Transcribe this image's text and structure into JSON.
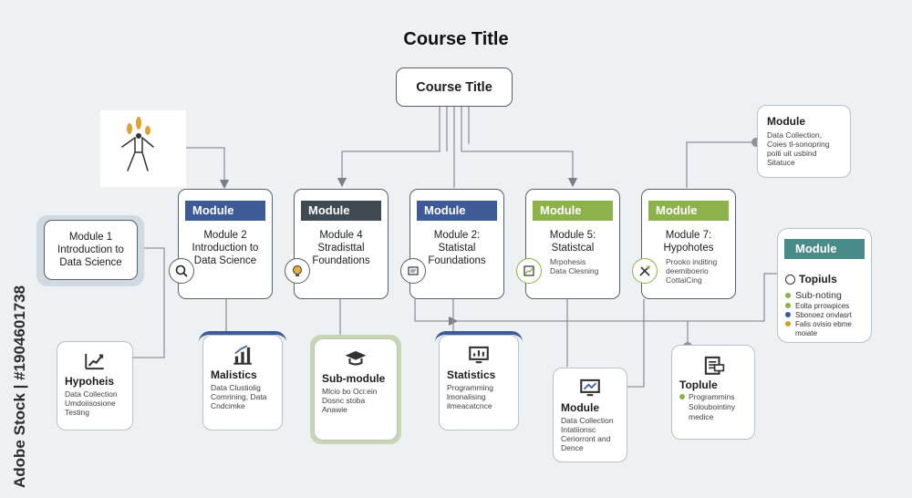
{
  "title": "Course Title",
  "root": {
    "label": "Course Title"
  },
  "modules": [
    {
      "header": "Module",
      "title": "Module 2\nIntroduction to\nData Science",
      "sub": "",
      "color": "#3e5a97",
      "icon": "magnifier-icon"
    },
    {
      "header": "Module",
      "title": "Module 4\nStradisttal\nFoundations",
      "sub": "",
      "color": "#3f4a53",
      "icon": "lightbulb-icon"
    },
    {
      "header": "Module",
      "title": "Module 2:\nStatistal\nFoundations",
      "sub": "",
      "color": "#3e5a97",
      "icon": "document-icon"
    },
    {
      "header": "Module",
      "title": "Module 5:\nStatistcal",
      "sub": "Mrpohesis\nData Clesning",
      "color": "#8db24b",
      "icon": "chart-icon"
    },
    {
      "header": "Module",
      "title": "Module 7:\nHypohotes",
      "sub": "Prooko inditing\ndeemiboerio\nCottaiCing",
      "color": "#8db24b",
      "icon": "tools-icon"
    }
  ],
  "left_module": {
    "title": "Module 1\nIntroduction to\nData Science"
  },
  "top_right_module": {
    "title": "Module",
    "text": "Data Collection,\nCoies tl-sonopring\npoiti uit usbind\nSitatuce"
  },
  "right_panel": {
    "header": "Module",
    "header_color": "#4a8a89",
    "topic": "Topiuls",
    "items": [
      {
        "label": "Sub-noting",
        "color": "#8db24b"
      },
      {
        "label": "Eolta prrowpices",
        "color": "#8db24b"
      },
      {
        "label": "Sbonoez onvlasrt",
        "color": "#3e5a97"
      },
      {
        "label": "Falis ovisio ebme",
        "color": "#c9a227"
      },
      {
        "label": "moiate",
        "color": ""
      }
    ]
  },
  "bottom_cards": [
    {
      "title": "Hypoheis",
      "text": "Data Collection\nUmdoiisosione\nTesting",
      "icon": "trend-chart-icon"
    },
    {
      "title": "Malistics",
      "text": "Data Clustiolig\nComrining, Data\nCndcimke",
      "icon": "bar-chart-icon"
    },
    {
      "title": "Sub-module",
      "text": "Mlcio bo Oci:ein\nDosnc stoba\nAnawie",
      "icon": "graduation-cap-icon"
    },
    {
      "title": "Statistics",
      "text": "Programming\nlmonalising\nilmeacatcnce",
      "icon": "monitor-chart-icon"
    },
    {
      "title": "Module",
      "text": "Data Collection\nIntatiionsc\nCeriorront and\nDence",
      "icon": "monitor-icon"
    },
    {
      "title": "Toplule",
      "icon": "clipboard-icon",
      "items": [
        {
          "label": "Programmins",
          "color": "#8db24b"
        },
        {
          "label": "Soloubointiny",
          "color": ""
        },
        {
          "label": "medice",
          "color": ""
        }
      ]
    }
  ],
  "watermark": "Adobe Stock | #1904601738"
}
